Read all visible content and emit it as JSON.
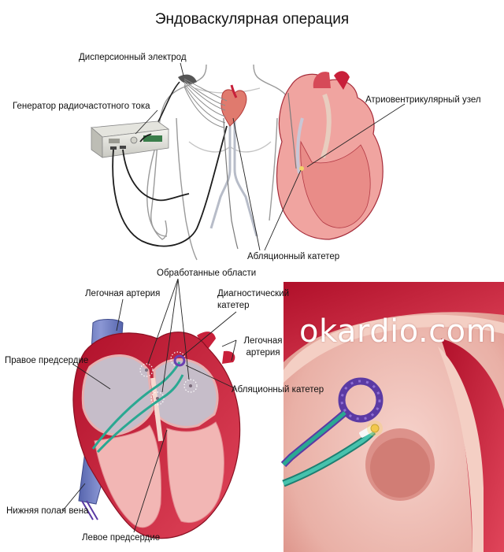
{
  "title": "Эндоваскулярная операция",
  "labels": {
    "dispersive_electrode": "Дисперсионный электрод",
    "rf_generator": "Генератор радиочастотного тока",
    "av_node": "Атриовентрикулярный узел",
    "ablation_catheter_top": "Абляционный катетер",
    "treated_areas": "Обработанные области",
    "pulmonary_artery_left": "Легочная артерия",
    "diagnostic_catheter": [
      "Диагностический",
      "катетер"
    ],
    "pulmonary_artery_right": [
      "Легочная",
      "артерия"
    ],
    "right_atrium": "Правое предсердие",
    "ablation_catheter_bottom": "Абляционный катетер",
    "inferior_vena_cava": "Нижняя полая вена",
    "left_atrium": "Левое предсердие"
  },
  "watermark": "okardio.com",
  "colors": {
    "heart_red": "#c8203a",
    "heart_pink": "#f2b6b4",
    "vein_blue": "#6f7fc0",
    "catheter_teal": "#2aa892",
    "catheter_purple": "#6a3fb0",
    "body_outline": "#9a9a9a"
  }
}
